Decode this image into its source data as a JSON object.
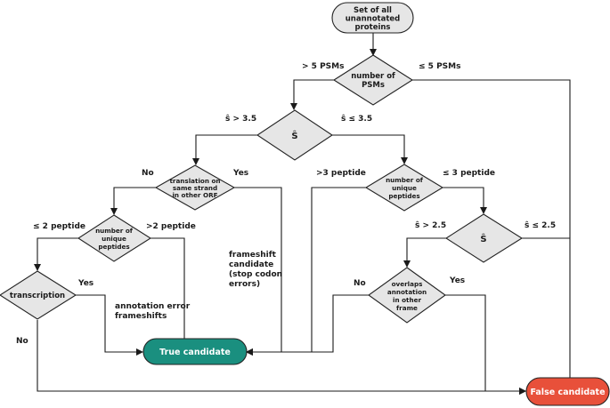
{
  "colors": {
    "node_fill": "#e6e6e6",
    "true_fill": "#1a8f7f",
    "false_fill": "#e8503a"
  },
  "nodes": {
    "start": [
      "Set of all",
      "unannotated",
      "proteins"
    ],
    "psms": [
      "number of",
      "PSMs"
    ],
    "s1": [
      "Ŝ"
    ],
    "translation": [
      "translation on",
      "same strand",
      "in other ORF"
    ],
    "peptides_left": [
      "number of",
      "unique",
      "peptides"
    ],
    "peptides_right": [
      "number of",
      "unique",
      "peptides"
    ],
    "s2": [
      "Ŝ"
    ],
    "transcription": [
      "transcription"
    ],
    "overlaps": [
      "overlaps",
      "annotation",
      "in other",
      "frame"
    ],
    "true_candidate": "True candidate",
    "false_candidate": "False candidate"
  },
  "labels": {
    "psm_gt": "> 5 PSMs",
    "psm_le": "≤ 5 PSMs",
    "s_gt_35": "ŝ > 3.5",
    "s_le_35": "ŝ ≤ 3.5",
    "trans_no": "No",
    "trans_yes": "Yes",
    "pep_gt3": ">3 peptide",
    "pep_le3": "≤ 3 peptide",
    "pep_le2": "≤ 2 peptide",
    "pep_gt2": ">2 peptide",
    "s_gt_25": "ŝ > 2.5",
    "s_le_25": "ŝ ≤ 2.5",
    "tx_yes": "Yes",
    "tx_no": "No",
    "ov_no": "No",
    "ov_yes": "Yes",
    "annotation_error": [
      "annotation error",
      "frameshifts"
    ],
    "frameshift": [
      "frameshift",
      "candidate",
      "(stop codon",
      "errors)"
    ]
  }
}
